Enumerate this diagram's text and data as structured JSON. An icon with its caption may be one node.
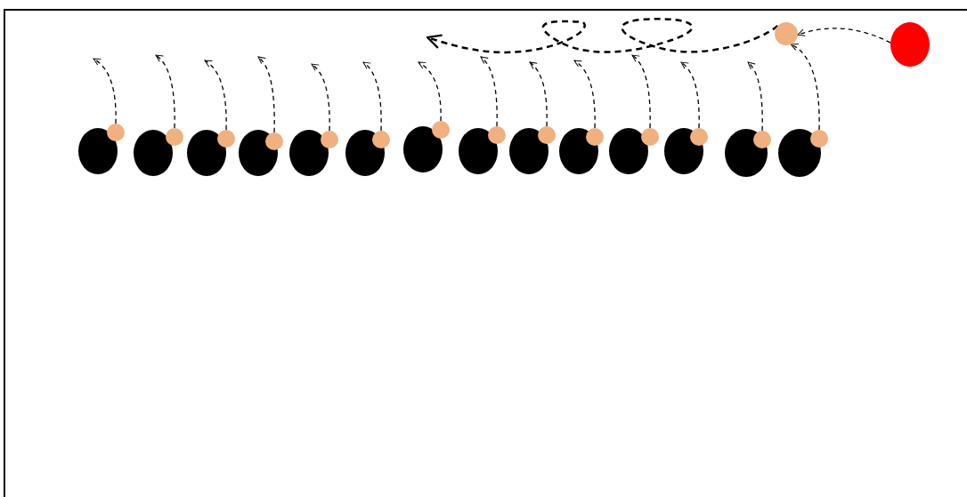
{
  "diagram": {
    "nodes": [
      {
        "text": [],
        "shape": "circle"
      },
      {
        "text": [],
        "shape": "circle"
      },
      {
        "text": [],
        "shape": "circle"
      },
      {
        "text": [],
        "shape": "circle"
      },
      {
        "text": [],
        "shape": "circle"
      },
      {
        "text": [],
        "shape": "circle"
      },
      {
        "text": [],
        "shape": "circle"
      },
      {
        "text": [],
        "shape": "circle"
      },
      {
        "text": [],
        "shape": "circle"
      },
      {
        "text": [],
        "shape": "circle"
      },
      {
        "text": [],
        "shape": "circle"
      },
      {
        "text": [],
        "shape": "circle"
      },
      {
        "text": [],
        "shape": "circle"
      },
      {
        "text": [],
        "shape": "circle"
      },
      {
        "text": [],
        "shape": "circle"
      },
      {
        "text": [],
        "shape": "circle"
      },
      {
        "text": [],
        "shape": "circle"
      },
      {
        "text": [],
        "shape": "circle"
      },
      {
        "text": [],
        "shape": "circle"
      },
      {
        "text": [],
        "shape": "circle"
      },
      {
        "text": [],
        "shape": "circle"
      },
      {
        "text": [],
        "shape": "circle"
      },
      {
        "text": [],
        "shape": "circle"
      },
      {
        "text": [],
        "shape": "circle"
      },
      {
        "text": [],
        "shape": "circle"
      },
      {
        "text": [],
        "shape": "circle"
      },
      {
        "text": [],
        "shape": "circle"
      },
      {
        "text": [],
        "shape": "circle"
      },
      {
        "text": [],
        "shape": "circle"
      },
      {
        "text": [],
        "shape": "circle"
      }
    ],
    "edges": [
      {
        "from": 14,
        "to": null,
        "arrow": "to",
        "style": "dashed"
      },
      {
        "from": 15,
        "to": null,
        "arrow": "to",
        "style": "dashed"
      },
      {
        "from": 16,
        "to": null,
        "arrow": "to",
        "style": "dashed"
      },
      {
        "from": 17,
        "to": null,
        "arrow": "to",
        "style": "dashed"
      },
      {
        "from": 18,
        "to": null,
        "arrow": "to",
        "style": "dashed"
      },
      {
        "from": 19,
        "to": null,
        "arrow": "to",
        "style": "dashed"
      },
      {
        "from": 20,
        "to": null,
        "arrow": "to",
        "style": "dashed"
      },
      {
        "from": 21,
        "to": null,
        "arrow": "to",
        "style": "dashed"
      },
      {
        "from": 22,
        "to": null,
        "arrow": "to",
        "style": "dashed"
      },
      {
        "from": 23,
        "to": null,
        "arrow": "to",
        "style": "dashed"
      },
      {
        "from": 24,
        "to": null,
        "arrow": "to",
        "style": "dashed"
      },
      {
        "from": 25,
        "to": null,
        "arrow": "to",
        "style": "dashed"
      },
      {
        "from": 26,
        "to": null,
        "arrow": "to",
        "style": "dashed"
      },
      {
        "from": 27,
        "to": 28,
        "arrow": "to",
        "style": "dashed"
      },
      {
        "from": 29,
        "to": 28,
        "arrow": "to",
        "style": "dashed"
      },
      {
        "from": 28,
        "to": null,
        "arrow": "to",
        "style": "dashed"
      }
    ]
  }
}
